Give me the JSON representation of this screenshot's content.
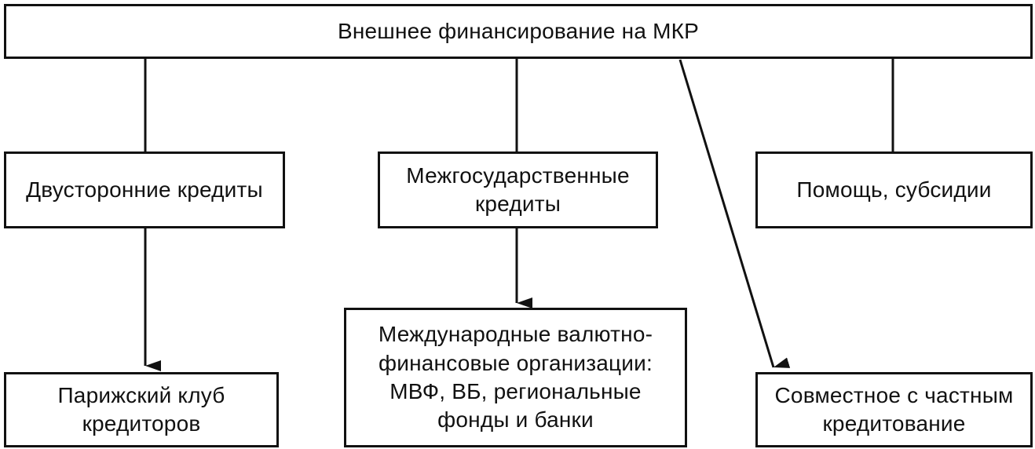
{
  "root": {
    "label": "Внешнее финансирование на МКР"
  },
  "level1": {
    "bilateral": "Двусторонние кредиты",
    "intergovernmental": "Межгосударственные\nкредиты",
    "aid": "Помощь, субсидии"
  },
  "level2": {
    "paris_club": "Парижский клуб\nкредиторов",
    "international_orgs": "Международные валютно-\nфинансовые организации:\nМВФ, ВБ, региональные\nфонды и банки",
    "cofinancing": "Совместное с частным\nкредитование"
  },
  "colors": {
    "stroke": "#111111",
    "background": "#ffffff"
  }
}
